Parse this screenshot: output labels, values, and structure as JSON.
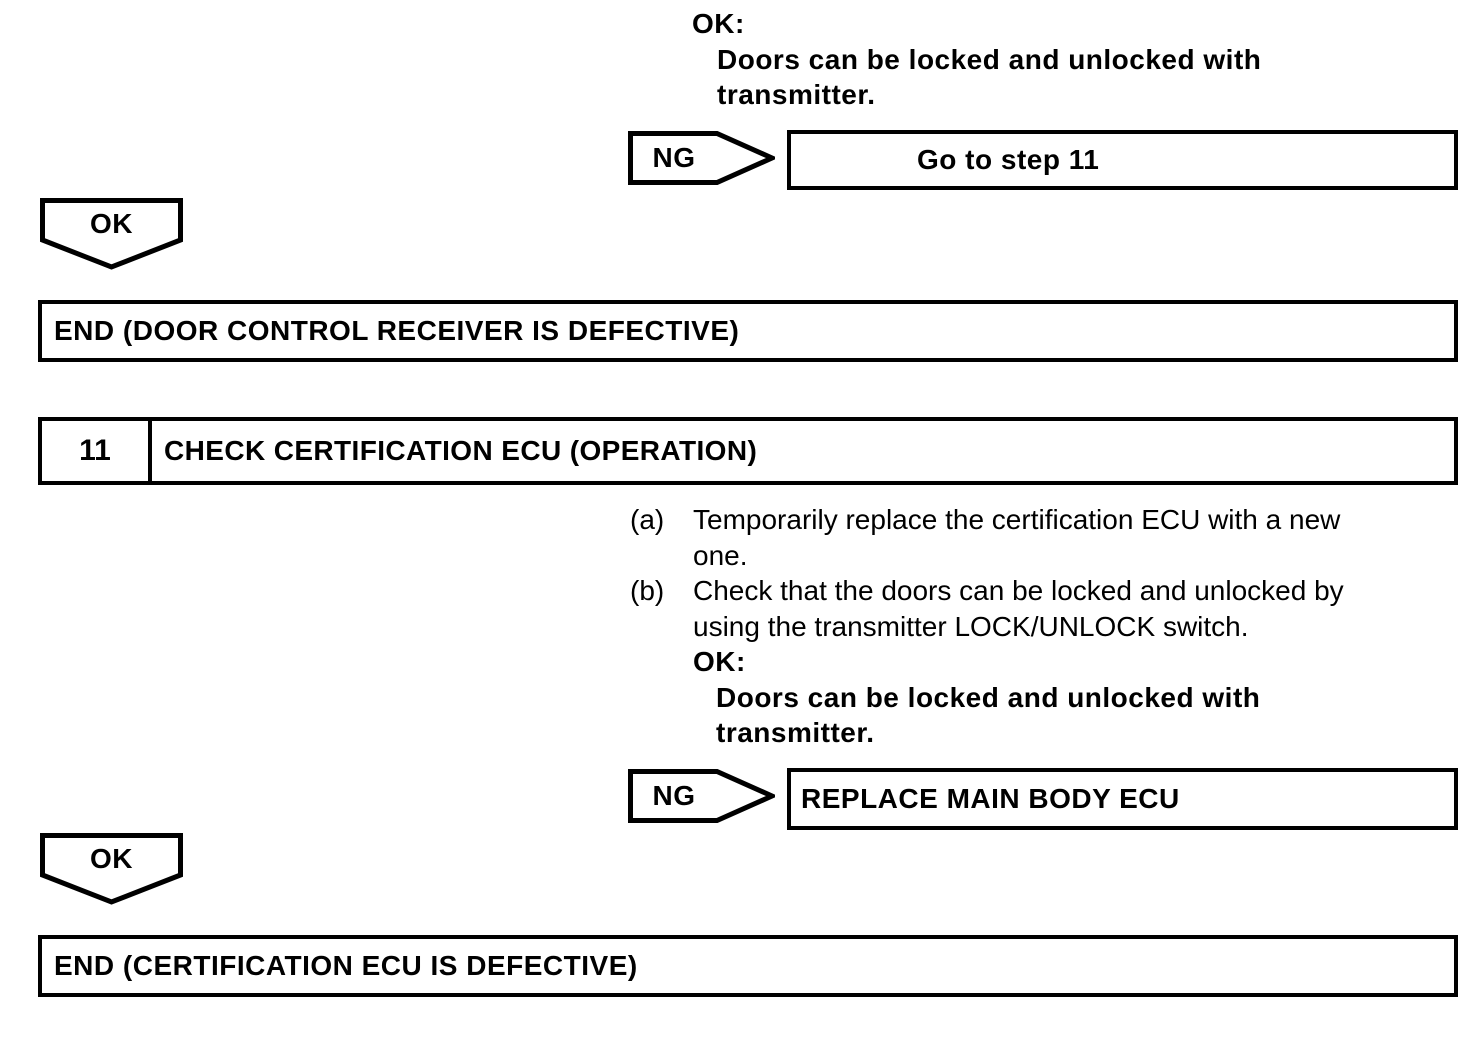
{
  "colors": {
    "ink": "#000000",
    "paper": "#ffffff"
  },
  "result_note_top": {
    "heading": "OK:",
    "lines": [
      "Doors can be locked and unlocked with",
      "transmitter."
    ]
  },
  "ng_branch_1": {
    "label": "NG",
    "action": "Go to step 11"
  },
  "ok_connector_1": {
    "label": "OK"
  },
  "end_box_1": {
    "text": "END (DOOR CONTROL RECEIVER IS DEFECTIVE)"
  },
  "step_11": {
    "number": "11",
    "title": "CHECK CERTIFICATION ECU (OPERATION)",
    "instructions": [
      {
        "label": "(a)",
        "lines": [
          "Temporarily replace the certification ECU with a new",
          "one."
        ]
      },
      {
        "label": "(b)",
        "lines": [
          "Check that the doors can be locked and unlocked by",
          "using the transmitter LOCK/UNLOCK switch."
        ]
      }
    ],
    "result_note": {
      "heading": "OK:",
      "lines": [
        "Doors can be locked and unlocked with",
        "transmitter."
      ]
    }
  },
  "ng_branch_2": {
    "label": "NG",
    "action": "REPLACE MAIN BODY ECU"
  },
  "ok_connector_2": {
    "label": "OK"
  },
  "end_box_2": {
    "text": "END (CERTIFICATION ECU IS DEFECTIVE)"
  }
}
